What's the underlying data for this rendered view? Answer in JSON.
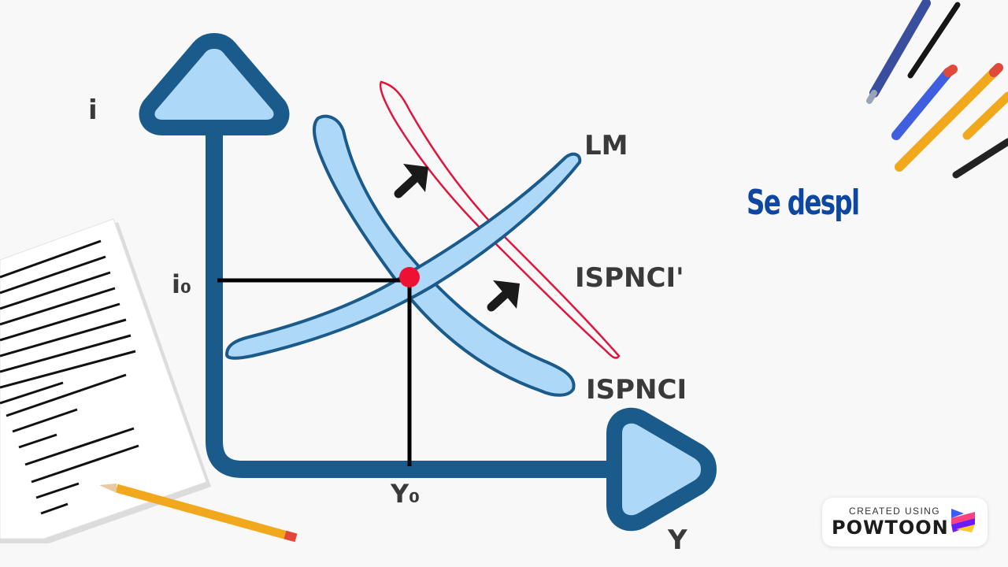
{
  "diagram": {
    "axis_y_label": "i",
    "axis_x_label": "Y",
    "equilibrium_rate_label": "i₀",
    "equilibrium_output_label": "Y₀",
    "curve_lm_label": "LM",
    "curve_is_label": "ISPNCI",
    "curve_is_shifted_label": "ISPNCI'",
    "colors": {
      "axis": "#1b5b8c",
      "arrowhead_fill": "#aed8f7",
      "curve_fill": "#aed8f7",
      "shifted_curve": "#e0153e",
      "equilibrium_point": "#ee1133"
    }
  },
  "caption": "Se despl",
  "watermark": {
    "created_using": "CREATED USING",
    "brand": "POWTOON"
  }
}
